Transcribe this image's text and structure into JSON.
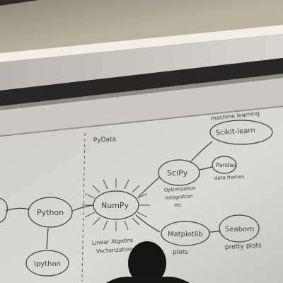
{
  "labels": {
    "pydata": "PyData",
    "python": "Python",
    "ipython": "Ipython",
    "numpy": "NumPy",
    "numpy_note_1": "Linear Algebra",
    "numpy_note_2": "Vectorization",
    "scipy": "SciPy",
    "scipy_note_1": "Optimization",
    "scipy_note_2": "Integration",
    "scipy_note_3": "etc",
    "scikit_note": "machine learning",
    "scikit": "Scikit-learn",
    "pandas": "Pandas",
    "pandas_note": "data frames",
    "matplotlib": "Matplotlib",
    "matplotlib_note": "plots",
    "seaborn": "Seaborn",
    "seaborn_note": "pretty plots"
  },
  "colors": {
    "ceiling": "#a9a08c",
    "upper_board": "#c9c5bc",
    "rail": "#2a2a28",
    "board": "#d6d4cf",
    "marker": "#3a3d44"
  }
}
